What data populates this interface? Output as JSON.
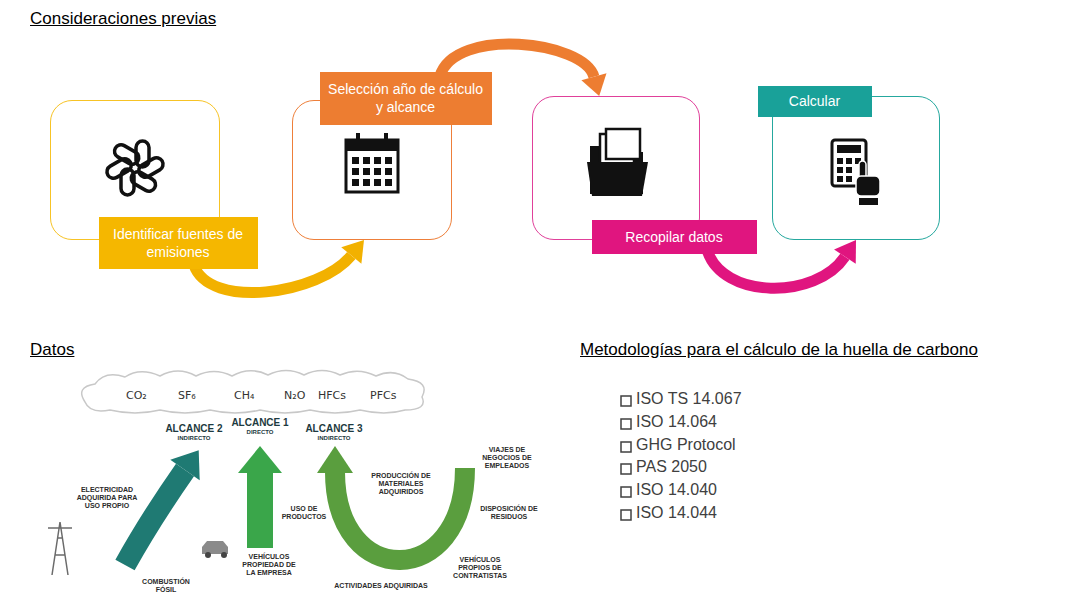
{
  "diagram": {
    "nodes": [
      {
        "text": [
          "Identificar fuentes de emisiones"
        ]
      },
      {
        "text": [
          "Selección año de cálculo y alcance"
        ]
      },
      {
        "text": [
          "Recopilar datos"
        ]
      },
      {
        "text": [
          "Calcular"
        ]
      }
    ],
    "edges": [
      {
        "from": 0,
        "to": 1,
        "arrow": "to"
      },
      {
        "from": 1,
        "to": 2,
        "arrow": "to"
      },
      {
        "from": 2,
        "to": 3,
        "arrow": "to"
      }
    ],
    "labels": [
      "Consideraciones previas",
      "Datos",
      "Metodologías para el cálculo de la huella de carbono",
      "CO₂",
      "SF₆",
      "CH₄",
      "N₂O",
      "HFCs",
      "PFCs",
      "ALCANCE 2",
      "INDIRECTO",
      "ALCANCE 1",
      "DIRECTO",
      "ALCANCE 3",
      "INDIRECTO",
      "ELECTRICIDAD ADQUIRIDA PARA USO PROPIO",
      "COMBUSTIÓN FÓSIL",
      "VEHÍCULOS PROPIEDAD DE LA EMPRESA",
      "PRODUCCIÓN DE MATERIALES ADQUIRIDOS",
      "USO DE PRODUCTOS",
      "ACTIVIDADES ADQUIRIDAS",
      "VEHÍCULOS PROPIOS DE CONTRATISTAS",
      "DISPOSICIÓN DE RESIDUOS",
      "VIAJES DE NEGOCIOS DE EMPLEADOS",
      "ISO TS 14.067",
      "ISO 14.064",
      "GHG Protocol",
      "PAS 2050",
      "ISO 14.040",
      "ISO 14.044"
    ]
  }
}
